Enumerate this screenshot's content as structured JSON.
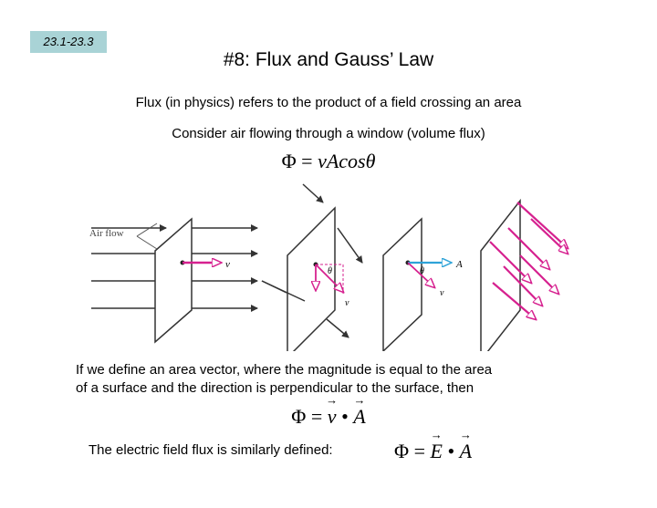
{
  "badge": "23.1-23.3",
  "title": "#8: Flux and Gauss’ Law",
  "intro": "Flux (in physics) refers to the product of a field crossing an area",
  "subintro": "Consider air flowing through a window (volume flux)",
  "eq1": {
    "phi": "Φ",
    "eq": "=",
    "rest": "vAcosθ"
  },
  "figure": {
    "airflow_label": "Air flow",
    "v_label": "v",
    "theta_label": "θ",
    "a_label": "A"
  },
  "para_line1": "If we define an area vector, where the magnitude is equal to the area",
  "para_line2": "of a surface and the direction is perpendicular to the surface, then",
  "eq2": {
    "phi": "Φ",
    "eq": "=",
    "v": "v",
    "dot": "•",
    "A": "A"
  },
  "eq3_text": "The electric field flux is similarly defined:",
  "eq3": {
    "phi": "Φ",
    "eq": "=",
    "E": "E",
    "dot": "•",
    "A": "A"
  },
  "colors": {
    "badge": "#a9d3d6",
    "magenta": "#d6218f",
    "blue": "#2ea3d8"
  }
}
